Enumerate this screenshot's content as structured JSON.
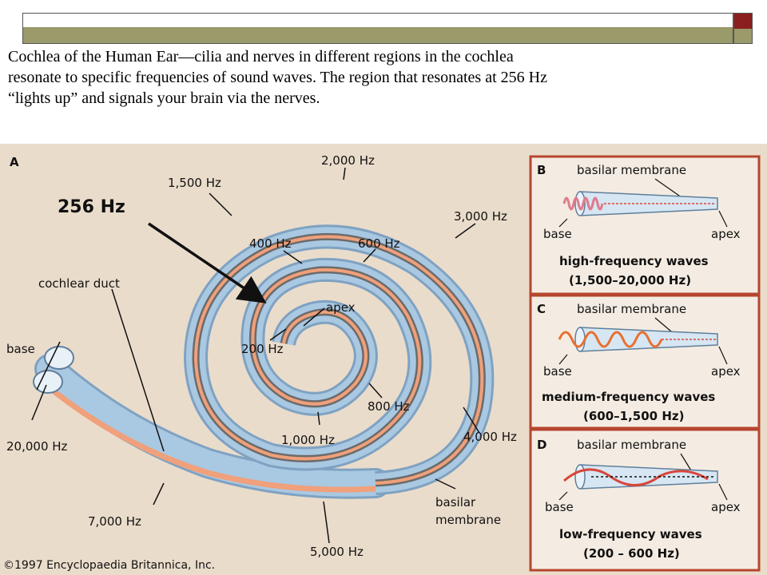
{
  "slide": {
    "caption_lines": [
      "Cochlea of the Human Ear—cilia and nerves in different regions in the cochlea",
      "resonate to specific frequencies of sound waves.  The region that resonates at 256 Hz",
      "“lights up” and signals your brain via the nerves."
    ],
    "callout": "256 Hz"
  },
  "figure": {
    "panel_a": {
      "letter": "A",
      "labels": {
        "hz_2000": "2,000 Hz",
        "hz_1500": "1,500 Hz",
        "hz_3000": "3,000 Hz",
        "hz_400": "400 Hz",
        "hz_600": "600 Hz",
        "apex": "apex",
        "hz_200": "200 Hz",
        "cochlear_duct": "cochlear duct",
        "base": "base",
        "hz_20000": "20,000 Hz",
        "hz_800": "800 Hz",
        "hz_4000": "4,000 Hz",
        "hz_1000": "1,000 Hz",
        "basilar": "basilar",
        "membrane": "membrane",
        "hz_7000": "7,000 Hz",
        "hz_5000": "5,000 Hz"
      },
      "copyright": "©1997 Encyclopaedia Britannica, Inc."
    },
    "panels": [
      {
        "letter": "B",
        "membrane": "basilar membrane",
        "base": "base",
        "apex": "apex",
        "title": "high-frequency waves",
        "range": "(1,500–20,000 Hz)"
      },
      {
        "letter": "C",
        "membrane": "basilar membrane",
        "base": "base",
        "apex": "apex",
        "title": "medium-frequency waves",
        "range": "(600–1,500 Hz)"
      },
      {
        "letter": "D",
        "membrane": "basilar membrane",
        "base": "base",
        "apex": "apex",
        "title": "low-frequency waves",
        "range": "(200 – 600 Hz)"
      }
    ],
    "colors": {
      "background": "#eadccb",
      "tube": "#a9c8e2",
      "basilar": "#f0a07a",
      "duct_dark": "#6b6b6b",
      "wave": "#d8463a",
      "panel_border": "#b5462e"
    }
  }
}
